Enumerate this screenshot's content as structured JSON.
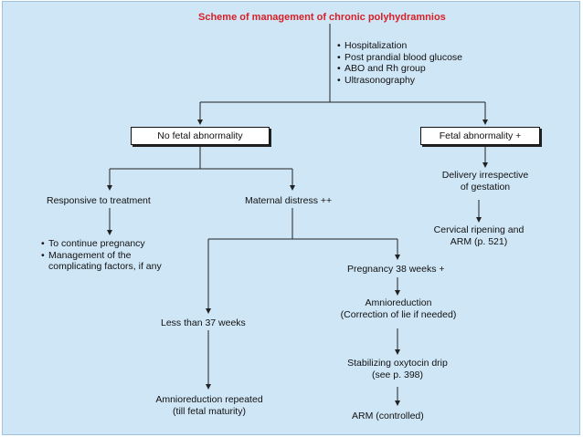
{
  "diagram": {
    "title": "Scheme of management of chronic polyhydramnios",
    "initial_steps": [
      "Hospitalization",
      "Post prandial blood glucose",
      "ABO and Rh group",
      "Ultrasonography"
    ],
    "no_fetal_abnormality": "No fetal abnormality",
    "fetal_abnormality": "Fetal abnormality +",
    "responsive": "Responsive to treatment",
    "responsive_steps": [
      "To continue pregnancy",
      "Management of the\ncomplicating factors, if any"
    ],
    "maternal_distress": "Maternal distress ++",
    "delivery": "Delivery irrespective\nof gestation",
    "cervical": "Cervical ripening and\nARM (p. 521)",
    "less_37": "Less than 37 weeks",
    "preg_38": "Pregnancy 38 weeks +",
    "amnioreduction": "Amnioreduction\n(Correction of lie if needed)",
    "stabilizing": "Stabilizing oxytocin drip\n(see p. 398)",
    "arm_controlled": "ARM (controlled)",
    "amnio_repeated": "Amnioreduction repeated\n(till fetal maturity)"
  }
}
